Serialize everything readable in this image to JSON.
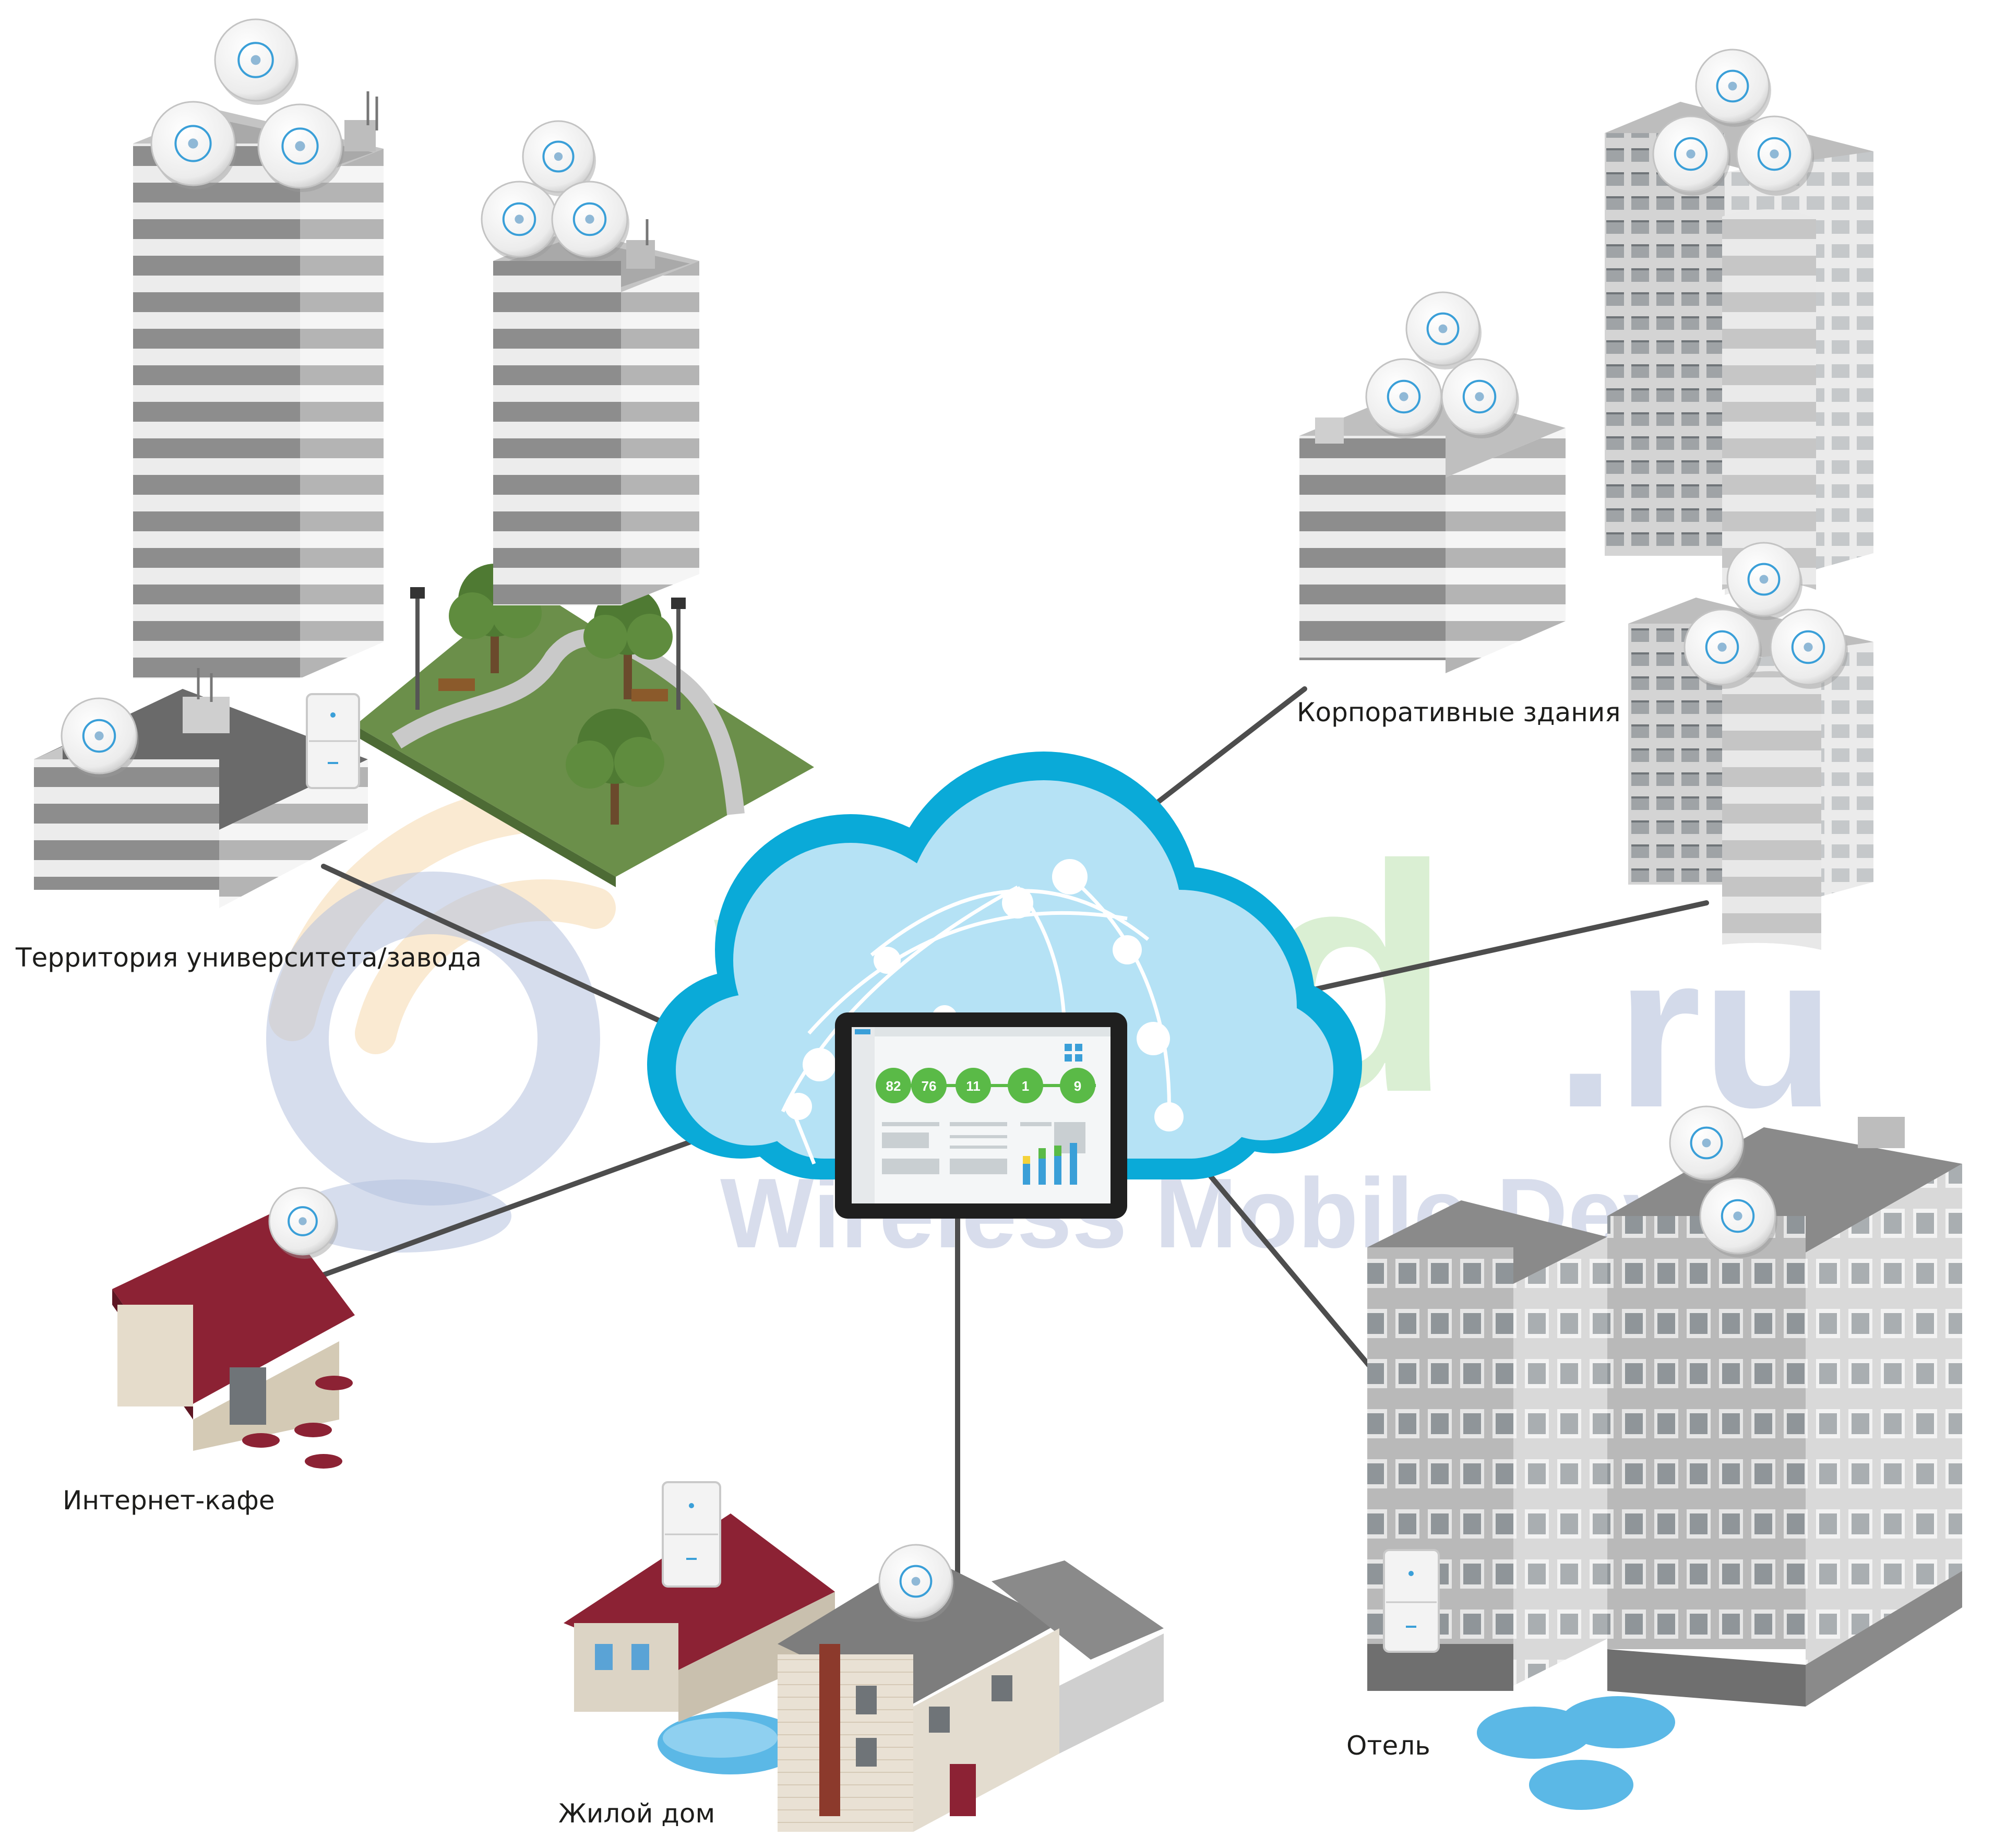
{
  "labels": {
    "campus": "Территория университета/завода",
    "corporate": "Корпоративные здания",
    "cafe": "Интернет-кафе",
    "residential": "Жилой дом",
    "hotel": "Отель"
  },
  "watermark": {
    "brand": "wmd",
    "tld": ".ru",
    "tagline": "Wireless Mobile Devices"
  },
  "dashboard": {
    "stats": [
      "82",
      "76",
      "11",
      "1",
      "9"
    ]
  },
  "colors": {
    "cloud_outer": "#0aaad8",
    "cloud_inner": "#b5e2f5",
    "connector": "#4d4d4d",
    "roof_red": "#8c2234",
    "grass": "#6b8f4a",
    "water": "#5bb8e6",
    "dashboard_green": "#5aba47"
  }
}
